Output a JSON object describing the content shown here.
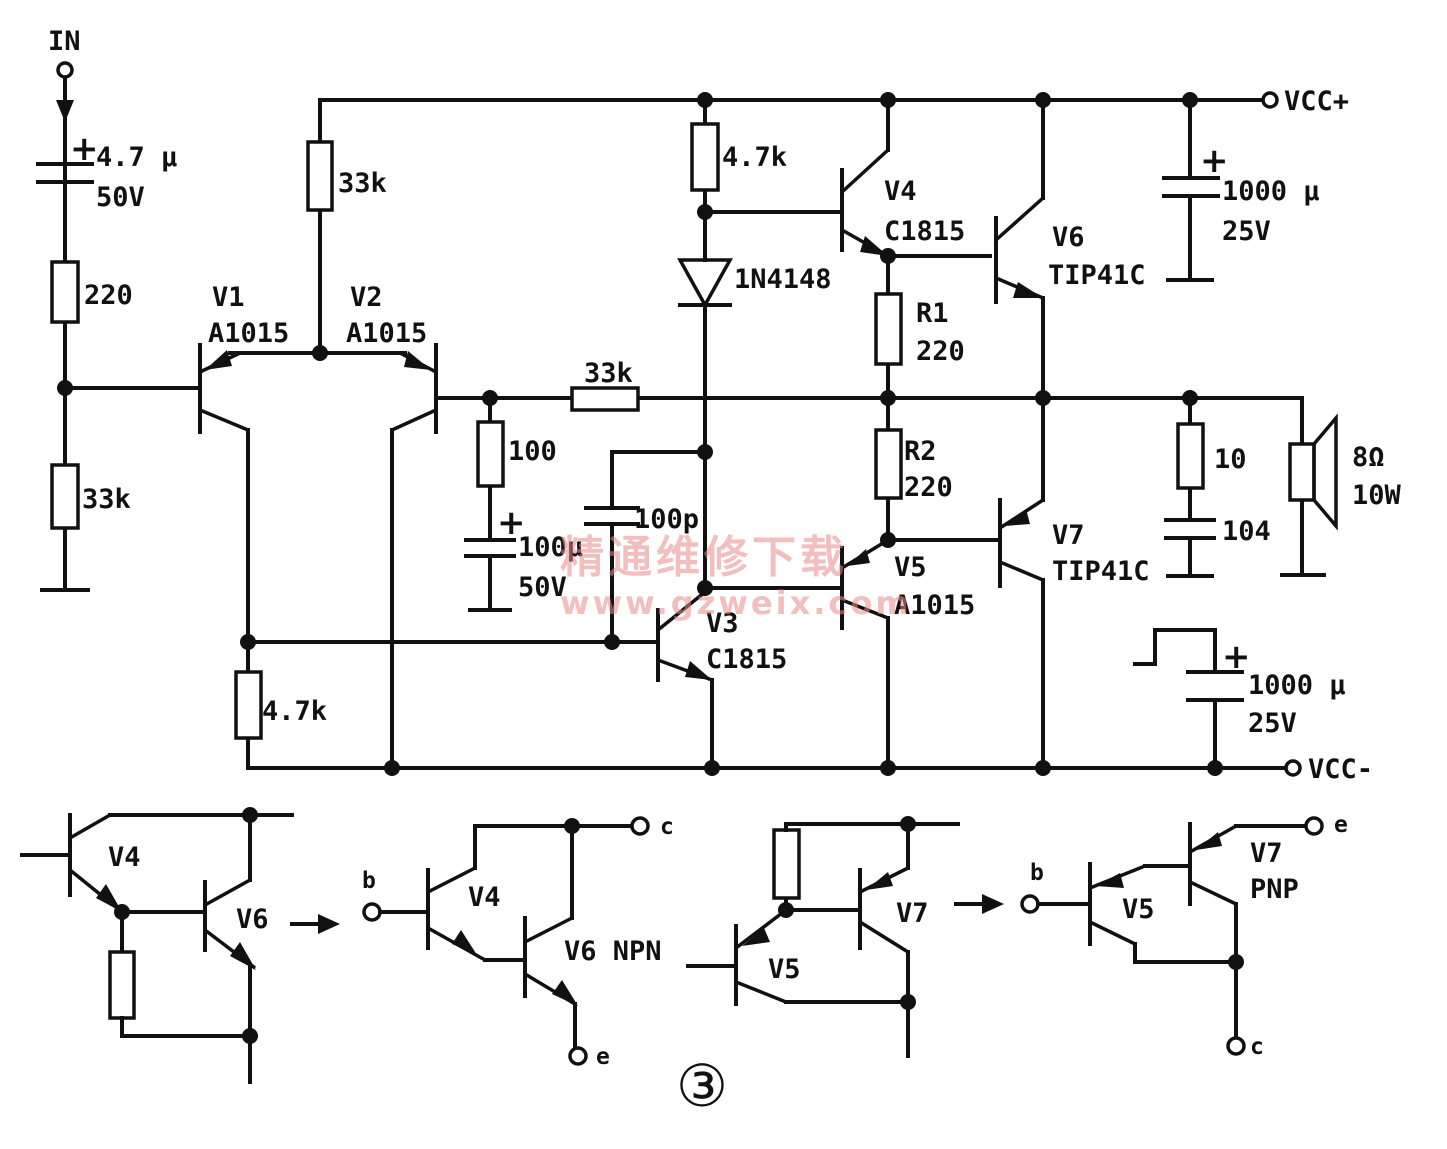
{
  "labels": {
    "in": "IN",
    "vcc_pos": "VCC+",
    "vcc_neg": "VCC-",
    "c_in_value": "4.7 μ",
    "c_in_voltage": "50V",
    "r_in": "220",
    "r_bias": "33k",
    "r_top": "33k",
    "v1": "V1",
    "v1_type": "A1015",
    "v2": "V2",
    "v2_type": "A1015",
    "r_fb": "33k",
    "r_100": "100",
    "c_fb_value": "100μ",
    "c_fb_voltage": "50V",
    "c_100p": "100p",
    "r_47k_top": "4.7k",
    "diode": "1N4148",
    "v4": "V4",
    "v4_type": "C1815",
    "r1": "R1",
    "r1_value": "220",
    "r2": "R2",
    "r2_value": "220",
    "v6": "V6",
    "v6_type": "TIP41C",
    "v7": "V7",
    "v7_type": "TIP41C",
    "v3": "V3",
    "v3_type": "C1815",
    "v5": "V5",
    "v5_type": "A1015",
    "r_47k_bot": "4.7k",
    "c_pos_value": "1000 μ",
    "c_pos_voltage": "25V",
    "c_neg_value": "1000 μ",
    "c_neg_voltage": "25V",
    "r_zobel": "10",
    "c_zobel": "104",
    "spk_imp": "8Ω",
    "spk_pow": "10W",
    "plus_sign": "+"
  },
  "equivalents": {
    "v4": "V4",
    "v6": "V6",
    "b": "b",
    "c": "c",
    "e": "e",
    "v6_npn": "V6 NPN",
    "v5": "V5",
    "v7": "V7",
    "v7_pnp_label": "V7",
    "pnp": "PNP"
  },
  "watermark": {
    "cn": "精通维修下载",
    "url": "www.gzweix.com"
  },
  "figure_number": "③"
}
